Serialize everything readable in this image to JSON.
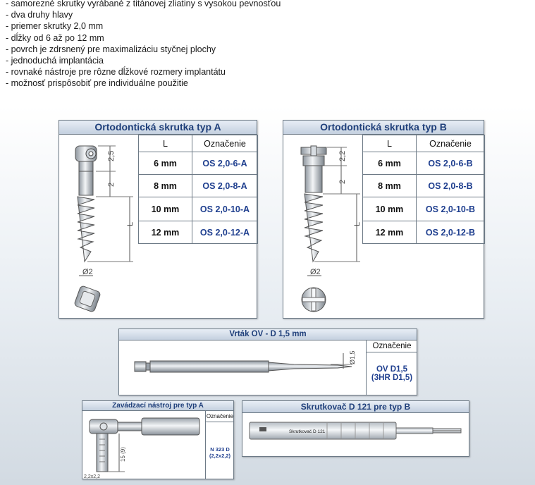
{
  "bullets": [
    "- samorezné skrutky vyrábané z titánovej zliatiny s vysokou pevnosťou",
    "- dva druhy hlavy",
    "- priemer skrutky 2,0 mm",
    "- dĺžky od 6 až po 12 mm",
    "- povrch je zdrsnený pre maximalizáciu styčnej plochy",
    "- jednoduchá implantácia",
    "- rovnaké nástroje pre rôzne dĺžkové rozmery implantátu",
    "- možnosť prispôsobiť pre individuálne použitie"
  ],
  "panel_a": {
    "title": "Ortodontická skrutka typ A",
    "col_l": "L",
    "col_code": "Označenie",
    "rows": [
      {
        "l": "6 mm",
        "code": "OS 2,0-6-A"
      },
      {
        "l": "8 mm",
        "code": "OS 2,0-8-A"
      },
      {
        "l": "10 mm",
        "code": "OS 2,0-10-A"
      },
      {
        "l": "12 mm",
        "code": "OS 2,0-12-A"
      }
    ],
    "dims": {
      "head": "2,5",
      "neck": "2",
      "length": "L",
      "diameter": "Ø2"
    }
  },
  "panel_b": {
    "title": "Ortodontická skrutka typ B",
    "col_l": "L",
    "col_code": "Označenie",
    "rows": [
      {
        "l": "6 mm",
        "code": "OS 2,0-6-B"
      },
      {
        "l": "8 mm",
        "code": "OS 2,0-8-B"
      },
      {
        "l": "10 mm",
        "code": "OS 2,0-10-B"
      },
      {
        "l": "12 mm",
        "code": "OS 2,0-12-B"
      }
    ],
    "dims": {
      "head": "2,2",
      "neck": "2",
      "length": "L",
      "diameter": "Ø2"
    }
  },
  "drill": {
    "title": "Vrták OV - D 1,5 mm",
    "col_code": "Označenie",
    "code_line1": "OV D1,5",
    "code_line2": "(3HR D1,5)",
    "dim": "Ø1,5"
  },
  "insert_tool": {
    "title": "Zavádzací nástroj pre typ A",
    "col_code": "Označenie",
    "code_line1": "N 323 D",
    "code_line2": "(2,2x2,2)",
    "dim_len": "15 (9)",
    "dim_tip": "2,2x2,2"
  },
  "screwdriver": {
    "title": "Skrutkovač D 121 pre typ B",
    "handle_text": "Skrutkovač D 121"
  },
  "colors": {
    "title_text": "#1f3f7a",
    "code_text": "#1f3f8f",
    "border": "#6d7a86",
    "title_bg": "#c4d0df"
  }
}
